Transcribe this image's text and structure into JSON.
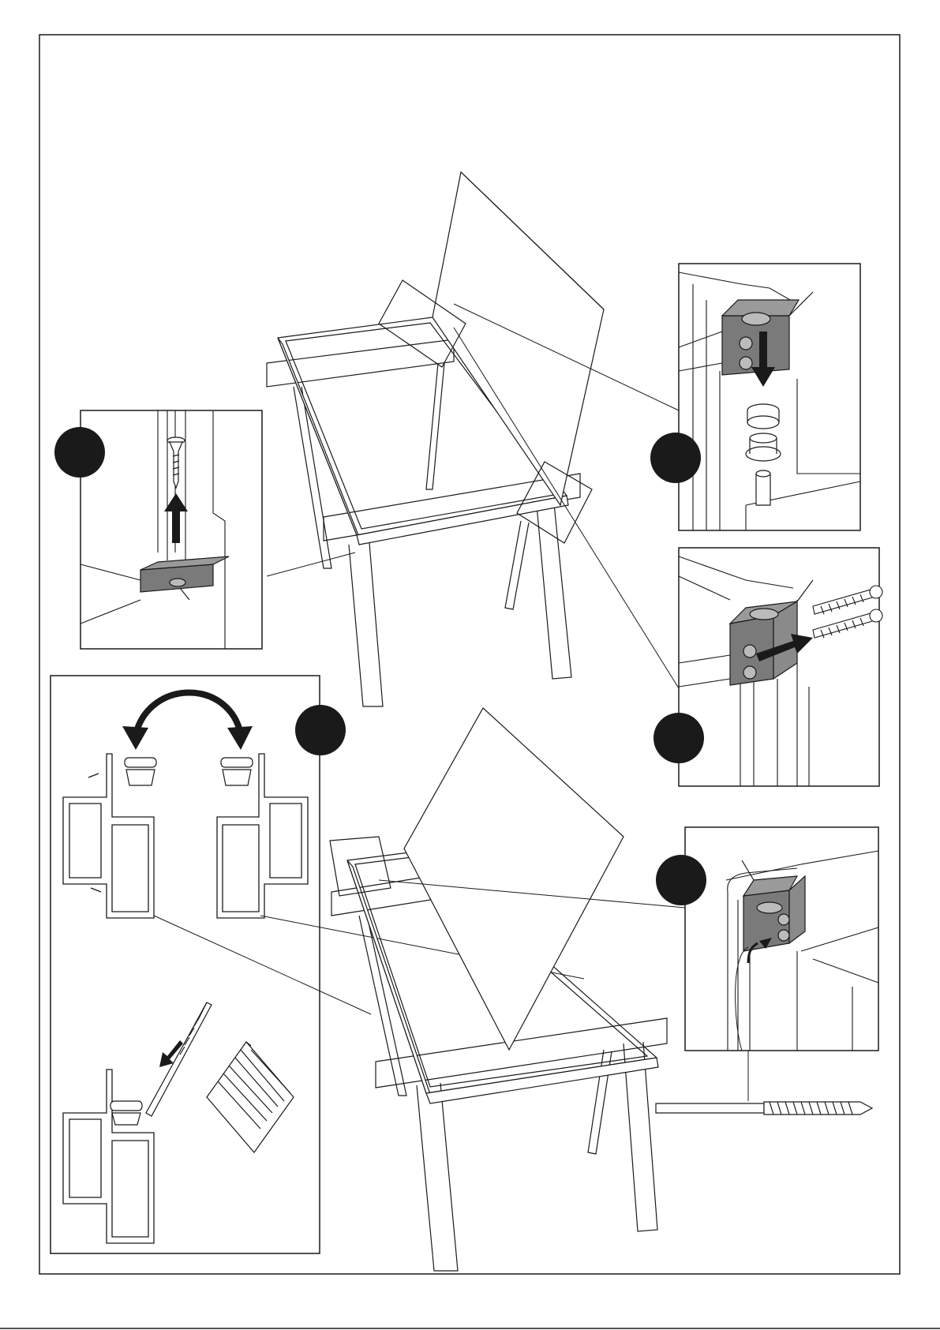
{
  "colors": {
    "line": "#1a1a1a",
    "step_marker": "#1a1a1a",
    "bracket_fill": "#7a7a7a",
    "arrow_fill": "#1a1a1a",
    "background": "#ffffff"
  },
  "step_markers": [
    {
      "id": "detail-a",
      "label": ""
    },
    {
      "id": "detail-b",
      "label": ""
    },
    {
      "id": "detail-c",
      "label": ""
    },
    {
      "id": "detail-d",
      "label": ""
    },
    {
      "id": "detail-e",
      "label": ""
    }
  ],
  "icons": {
    "screw": "screw-icon",
    "arrow": "arrow-icon",
    "bracket": "corner-bracket-icon",
    "trestle": "trestle-icon",
    "glass": "glass-pane-icon",
    "profile": "frame-profile-icon",
    "seal": "rubber-seal-icon"
  },
  "footer": ""
}
